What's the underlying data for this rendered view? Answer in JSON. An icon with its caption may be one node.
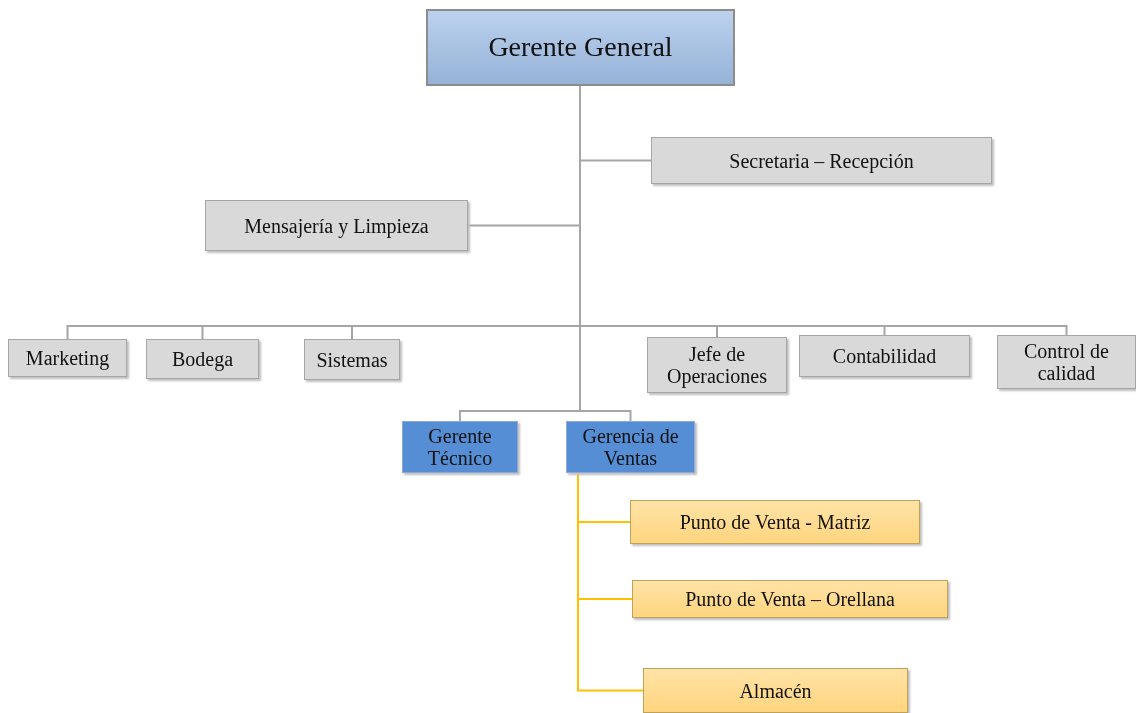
{
  "diagram": {
    "nodes": [
      {
        "text": [
          "Gerente General"
        ]
      },
      {
        "text": [
          "Secretaria – Recepción"
        ]
      },
      {
        "text": [
          "Mensajería y Limpieza"
        ]
      },
      {
        "text": [
          "Marketing"
        ]
      },
      {
        "text": [
          "Bodega"
        ]
      },
      {
        "text": [
          "Sistemas"
        ]
      },
      {
        "text": [
          "Jefe de Operaciones"
        ]
      },
      {
        "text": [
          "Contabilidad"
        ]
      },
      {
        "text": [
          "Control de calidad"
        ]
      },
      {
        "text": [
          "Gerente Técnico"
        ]
      },
      {
        "text": [
          "Gerencia de Ventas"
        ]
      },
      {
        "text": [
          "Punto de Venta - Matriz"
        ]
      },
      {
        "text": [
          "Punto de Venta – Orellana"
        ]
      },
      {
        "text": [
          "Almacén"
        ]
      }
    ],
    "edges": [
      {
        "from": 0,
        "to": 1,
        "arrow": "none"
      },
      {
        "from": 0,
        "to": 2,
        "arrow": "none"
      },
      {
        "from": 0,
        "to": 3,
        "arrow": "none"
      },
      {
        "from": 0,
        "to": 4,
        "arrow": "none"
      },
      {
        "from": 0,
        "to": 5,
        "arrow": "none"
      },
      {
        "from": 0,
        "to": 6,
        "arrow": "none"
      },
      {
        "from": 0,
        "to": 7,
        "arrow": "none"
      },
      {
        "from": 0,
        "to": 8,
        "arrow": "none"
      },
      {
        "from": 0,
        "to": 9,
        "arrow": "none"
      },
      {
        "from": 0,
        "to": 10,
        "arrow": "none"
      },
      {
        "from": 10,
        "to": 11,
        "arrow": "none",
        "color": "#ffc000"
      },
      {
        "from": 10,
        "to": 12,
        "arrow": "none",
        "color": "#ffc000"
      },
      {
        "from": 10,
        "to": 13,
        "arrow": "none",
        "color": "#ffc000"
      }
    ]
  }
}
